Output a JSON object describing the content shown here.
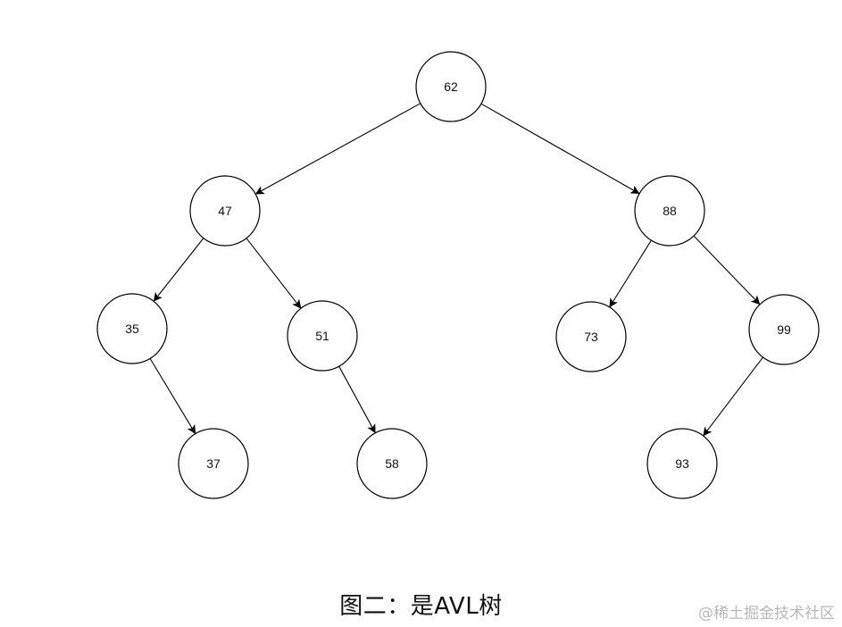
{
  "tree": {
    "nodes": [
      {
        "id": "n62",
        "label": "62"
      },
      {
        "id": "n47",
        "label": "47"
      },
      {
        "id": "n88",
        "label": "88"
      },
      {
        "id": "n35",
        "label": "35"
      },
      {
        "id": "n51",
        "label": "51"
      },
      {
        "id": "n73",
        "label": "73"
      },
      {
        "id": "n99",
        "label": "99"
      },
      {
        "id": "n37",
        "label": "37"
      },
      {
        "id": "n58",
        "label": "58"
      },
      {
        "id": "n93",
        "label": "93"
      }
    ],
    "edges": [
      {
        "from": "n62",
        "to": "n47"
      },
      {
        "from": "n62",
        "to": "n88"
      },
      {
        "from": "n47",
        "to": "n35"
      },
      {
        "from": "n47",
        "to": "n51"
      },
      {
        "from": "n88",
        "to": "n73"
      },
      {
        "from": "n88",
        "to": "n99"
      },
      {
        "from": "n35",
        "to": "n37"
      },
      {
        "from": "n51",
        "to": "n58"
      },
      {
        "from": "n99",
        "to": "n93"
      }
    ]
  },
  "caption": "图二：是AVL树",
  "watermark": "@稀土掘金技术社区"
}
